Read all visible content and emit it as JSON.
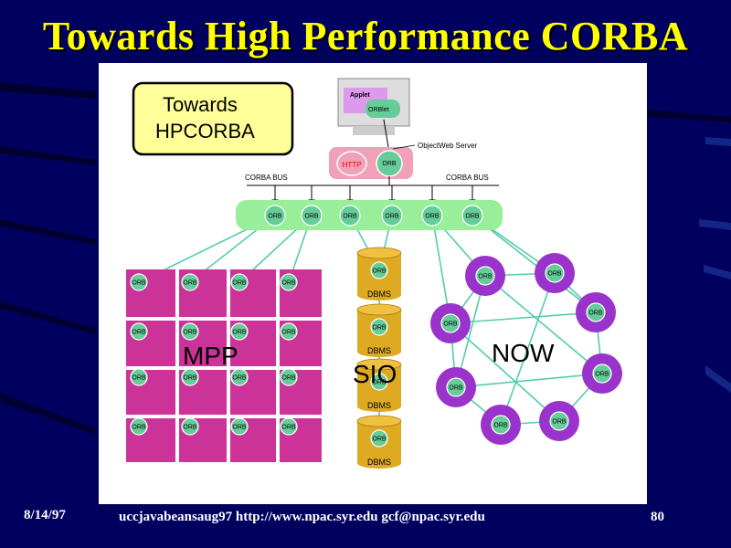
{
  "slide": {
    "title": "Towards High Performance CORBA",
    "footer_date": "8/14/97",
    "footer_text": "uccjavabeansaug97 http://www.npac.syr.edu gcf@npac.syr.edu",
    "footer_page": "80"
  },
  "colors": {
    "background": "#00005e",
    "title": "#ffff00",
    "callout_fill": "#ffff99",
    "bus_green": "#99ee99",
    "orb_teal": "#66cc99",
    "mpp_magenta": "#cc3399",
    "sio_gold": "#ddaa22",
    "now_purple": "#9933cc",
    "http_pink": "#f0a0b8",
    "link_line": "#55ccaa"
  },
  "diagram": {
    "callout_line1": "Towards",
    "callout_line2": "HPCORBA",
    "applet_label": "Applet",
    "orblet_label": "ORBlet",
    "objectweb_label": "ObjectWeb Server",
    "http_label": "HTTP",
    "server_orb_label": "ORB",
    "bus_left_label": "CORBA BUS",
    "bus_right_label": "CORBA BUS",
    "bus_orb_label": "ORB",
    "mpp_label": "MPP",
    "sio_label": "SIO",
    "now_label": "NOW",
    "dbms_label": "DBMS",
    "orb_label": "ORB"
  }
}
